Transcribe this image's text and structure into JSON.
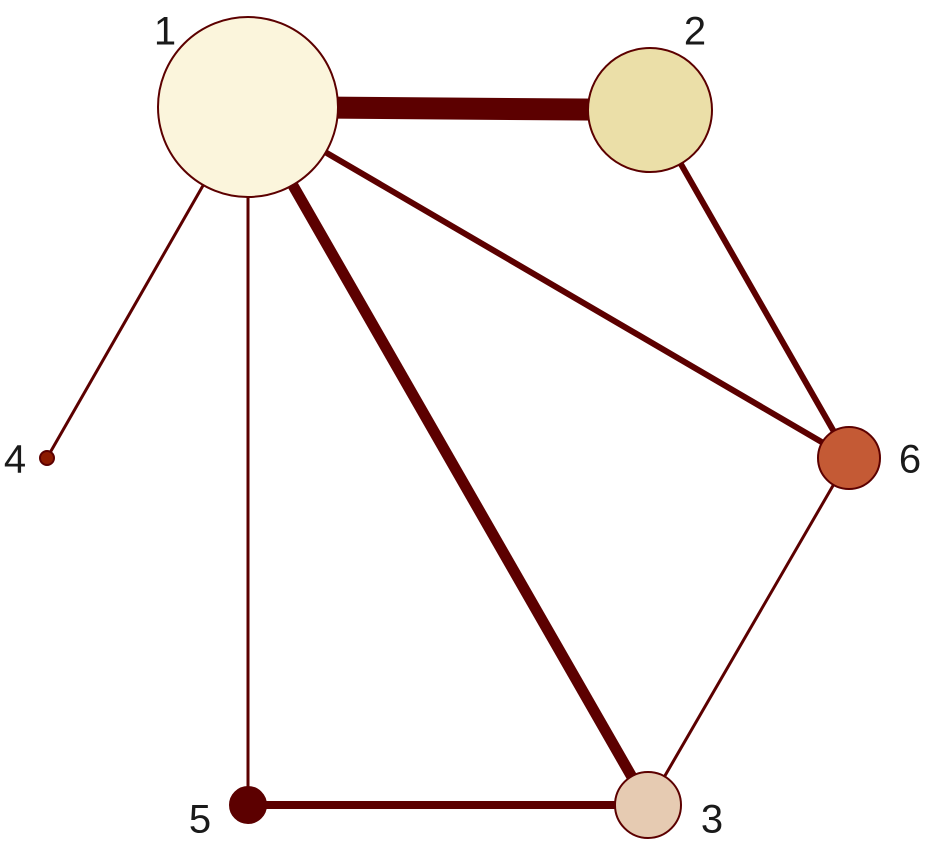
{
  "network": {
    "nodes": [
      {
        "id": "1",
        "label": "1",
        "fill": "#fbf5dc"
      },
      {
        "id": "2",
        "label": "2",
        "fill": "#ebdfa8"
      },
      {
        "id": "3",
        "label": "3",
        "fill": "#e6cbb2"
      },
      {
        "id": "4",
        "label": "4",
        "fill": "#8c1a00"
      },
      {
        "id": "5",
        "label": "5",
        "fill": "#5c0000"
      },
      {
        "id": "6",
        "label": "6",
        "fill": "#c45a35"
      }
    ],
    "edges": [
      {
        "from": "1",
        "to": "2"
      },
      {
        "from": "1",
        "to": "3"
      },
      {
        "from": "1",
        "to": "4"
      },
      {
        "from": "1",
        "to": "5"
      },
      {
        "from": "1",
        "to": "6"
      },
      {
        "from": "2",
        "to": "6"
      },
      {
        "from": "3",
        "to": "5"
      },
      {
        "from": "3",
        "to": "6"
      }
    ],
    "colors": {
      "edge": "#5c0000",
      "outline": "#5c0000",
      "label": "#1a1a1a"
    }
  }
}
